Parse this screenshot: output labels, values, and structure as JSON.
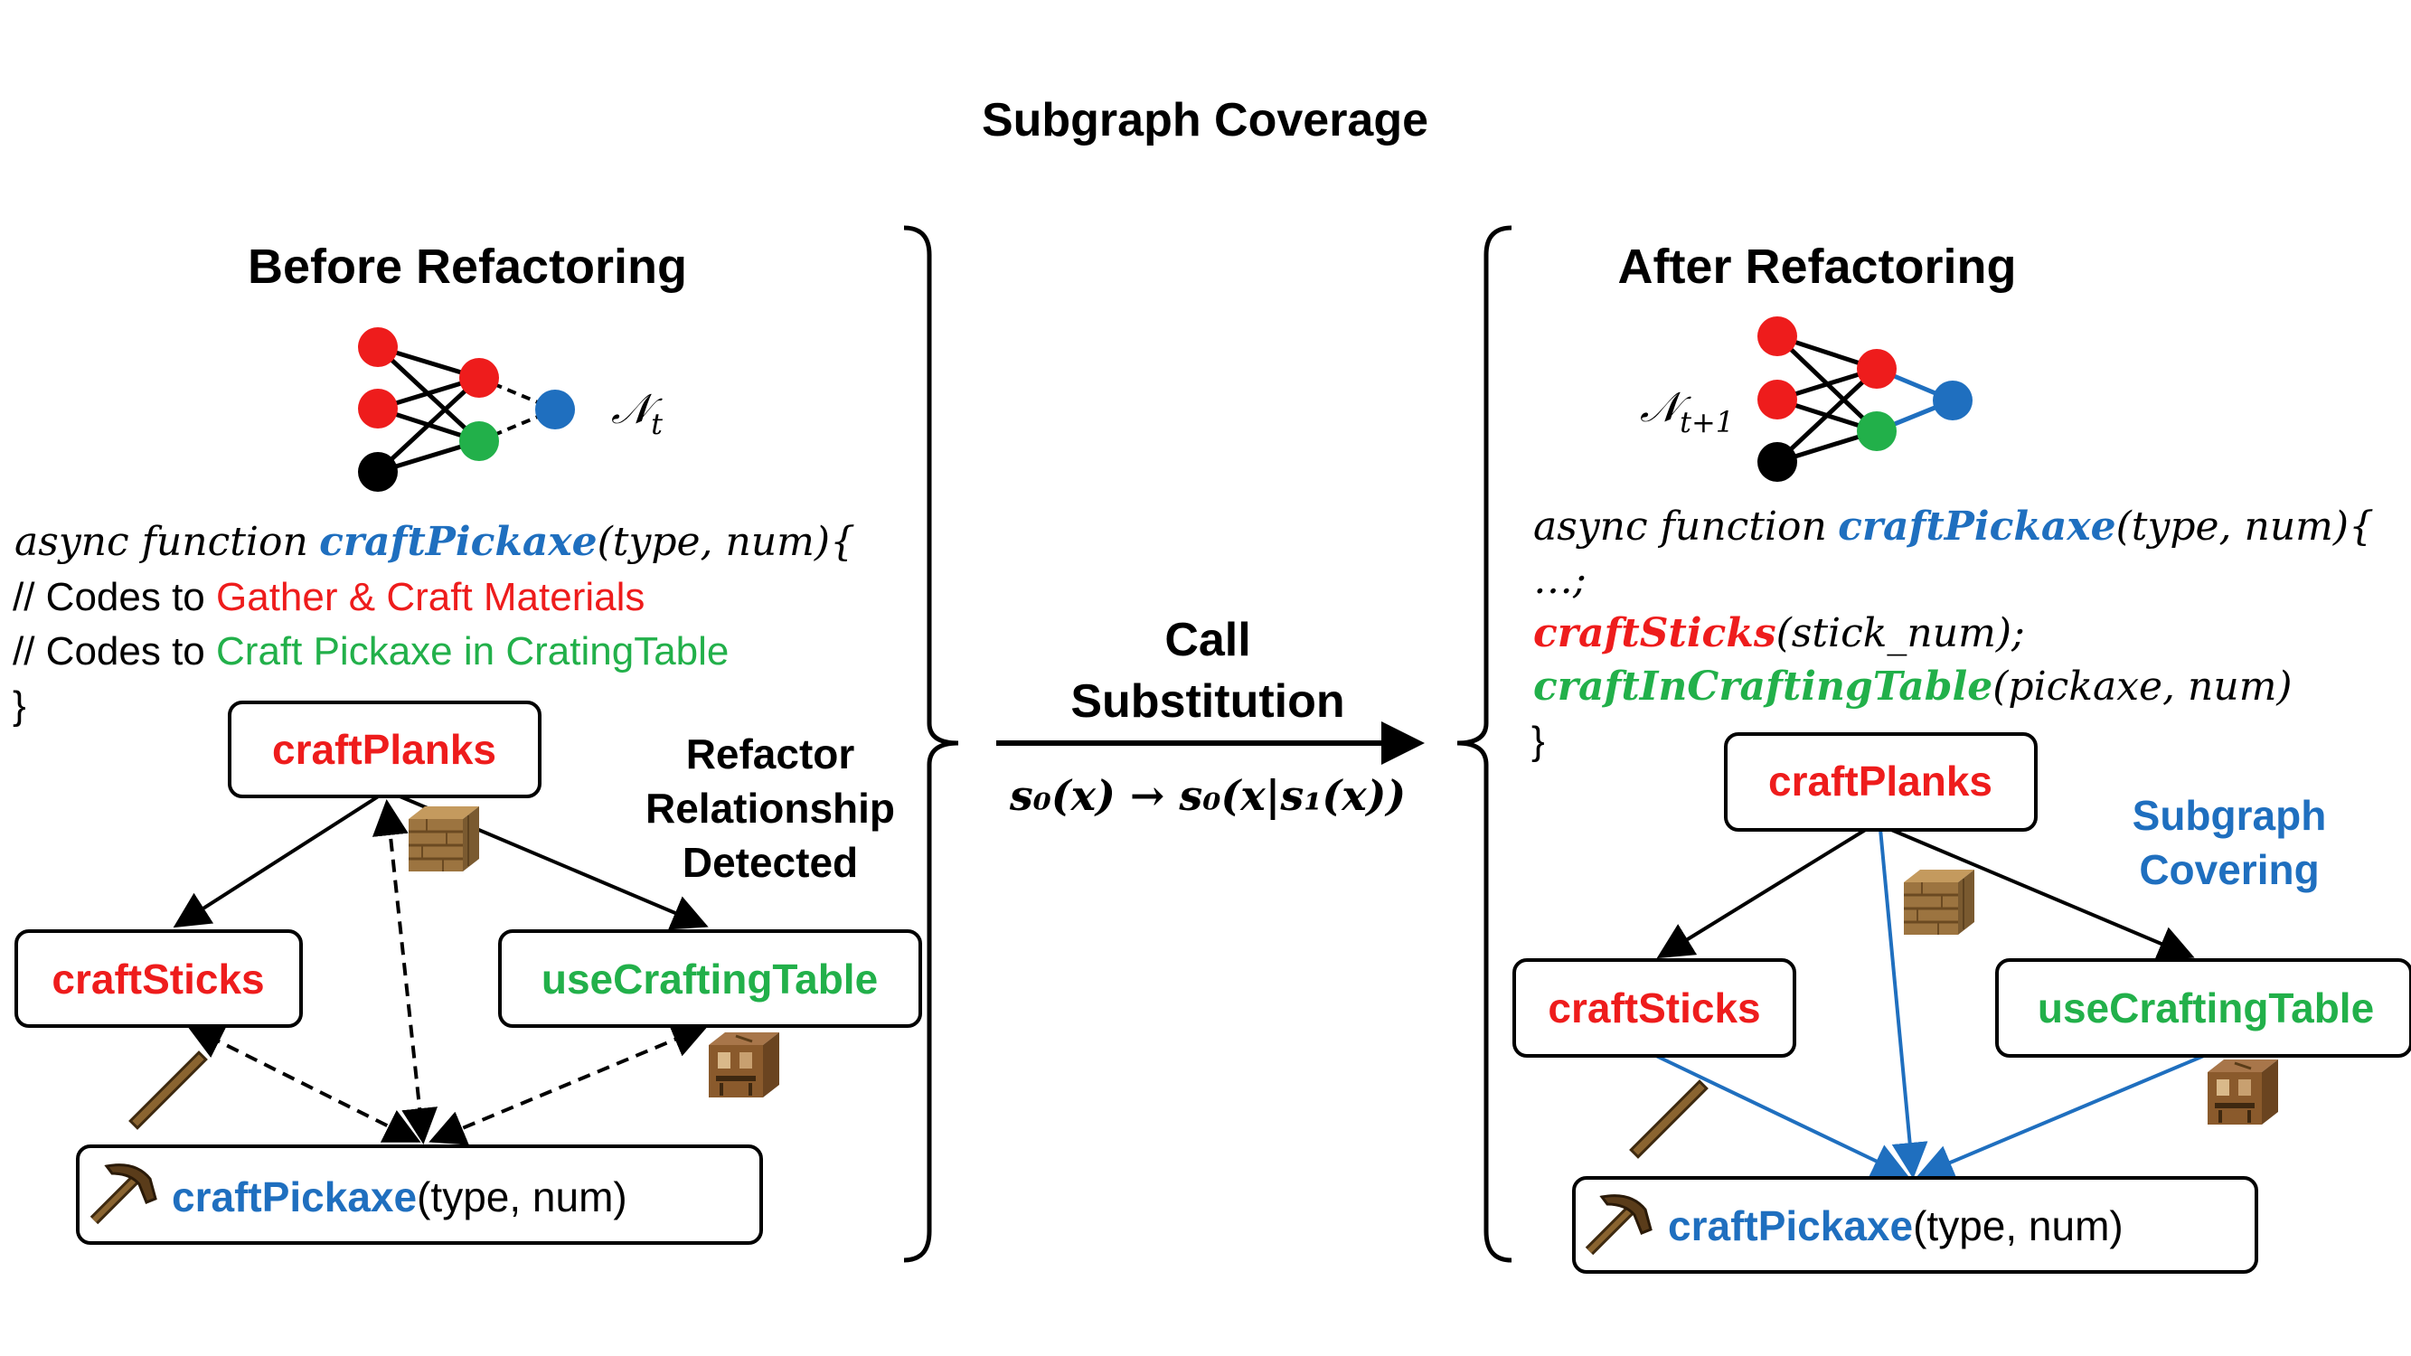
{
  "title": "Subgraph Coverage",
  "colors": {
    "red": "#ee1c1c",
    "green": "#22b04a",
    "blue": "#1f6fbf",
    "black": "#000000",
    "wood_light": "#b8915a",
    "wood_dark": "#7a5a30"
  },
  "left": {
    "heading": "Before Refactoring",
    "network_label_main": "𝒩",
    "network_label_sub": "t",
    "code": {
      "keyword": "async function",
      "fn_name": "craftPickaxe",
      "params": "(type, num){",
      "line2_prefix": "// Codes to",
      "line2_highlight": "Gather & Craft Materials",
      "line3_prefix": "// Codes to",
      "line3_highlight": "Craft Pickaxe in CratingTable",
      "line4": "}"
    },
    "nodes": {
      "planks": "craftPlanks",
      "sticks": "craftSticks",
      "table": "useCraftingTable",
      "pickaxe_name": "craftPickaxe",
      "pickaxe_args": "(type, num)"
    },
    "annotation": [
      "Refactor",
      "Relationship",
      "Detected"
    ]
  },
  "middle": {
    "heading_line1": "Call",
    "heading_line2": "Substitution",
    "formula": "s₀(x) → s₀(x|s₁(x))"
  },
  "right": {
    "heading": "After Refactoring",
    "network_label_main": "𝒩",
    "network_label_sub": "t+1",
    "code": {
      "keyword": "async function",
      "fn_name": "craftPickaxe",
      "params": "(type, num){",
      "line2": "…;",
      "line3_fn": "craftSticks",
      "line3_args": "(stick_num);",
      "line4_fn": "craftInCraftingTable",
      "line4_args": "(pickaxe, num)",
      "line5": "}"
    },
    "nodes": {
      "planks": "craftPlanks",
      "sticks": "craftSticks",
      "table": "useCraftingTable",
      "pickaxe_name": "craftPickaxe",
      "pickaxe_args": "(type, num)"
    },
    "annotation": [
      "Subgraph",
      "Covering"
    ]
  },
  "icons": [
    "plank-block-icon",
    "stick-icon",
    "crafting-table-icon",
    "pickaxe-icon"
  ]
}
